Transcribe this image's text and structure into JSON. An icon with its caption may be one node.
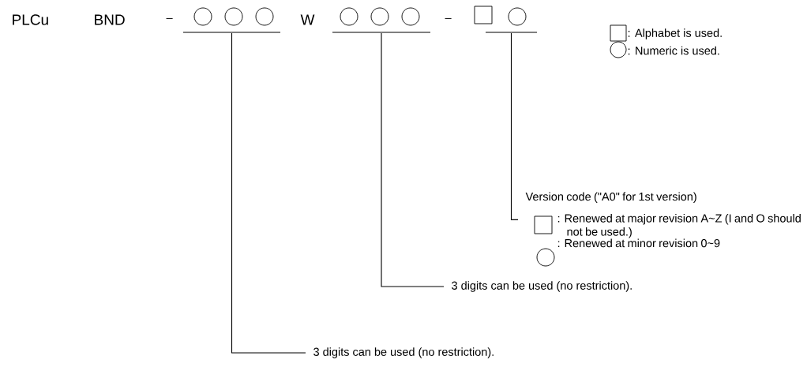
{
  "diagram": {
    "nodes": [
      {
        "text": [],
        "shape": "circle"
      },
      {
        "text": [],
        "shape": "circle"
      },
      {
        "text": [],
        "shape": "box"
      },
      {
        "text": [
          "Version code (\"A0\" for 1st version)",
          ": Renewed at major revision A~Z (I and O should not be used.)",
          ": Renewed at minor revision 0~9"
        ]
      },
      {
        "text": [
          "3 digits can be used (no restriction)."
        ]
      },
      {
        "text": [
          "3 digits can be used (no restriction)."
        ]
      }
    ],
    "edges": [
      {
        "from": 2,
        "to": 3,
        "arrow": "none"
      },
      {
        "from": 1,
        "to": 4,
        "arrow": "none"
      },
      {
        "from": 0,
        "to": 5,
        "arrow": "none"
      }
    ],
    "labels": [
      "PLCu",
      "BND",
      "–",
      "W",
      "–"
    ],
    "legend": [
      {
        "text": ": Alphabet is used."
      },
      {
        "text": ": Numeric is used."
      }
    ]
  }
}
